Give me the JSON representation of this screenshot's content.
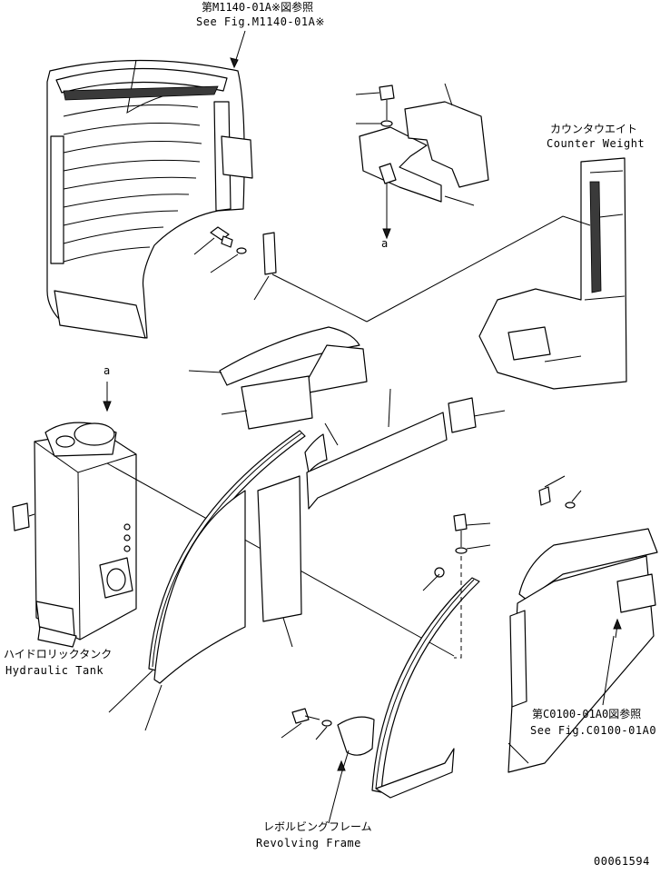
{
  "labels": {
    "ref_top_jp": "第M1140-01A※図参照",
    "ref_top_en": "See Fig.M1140-01A※",
    "counterweight_jp": "カウンタウエイト",
    "counterweight_en": "Counter Weight",
    "hydraulic_tank_jp": "ハイドロリックタンク",
    "hydraulic_tank_en": "Hydraulic Tank",
    "ref_right_jp": "第C0100-01A0図参照",
    "ref_right_en": "See Fig.C0100-01A0",
    "revolving_frame_jp": "レボルビングフレーム",
    "revolving_frame_en": "Revolving Frame",
    "marker_a_top": "a",
    "marker_a_left": "a",
    "drawing_number": "00061594"
  }
}
